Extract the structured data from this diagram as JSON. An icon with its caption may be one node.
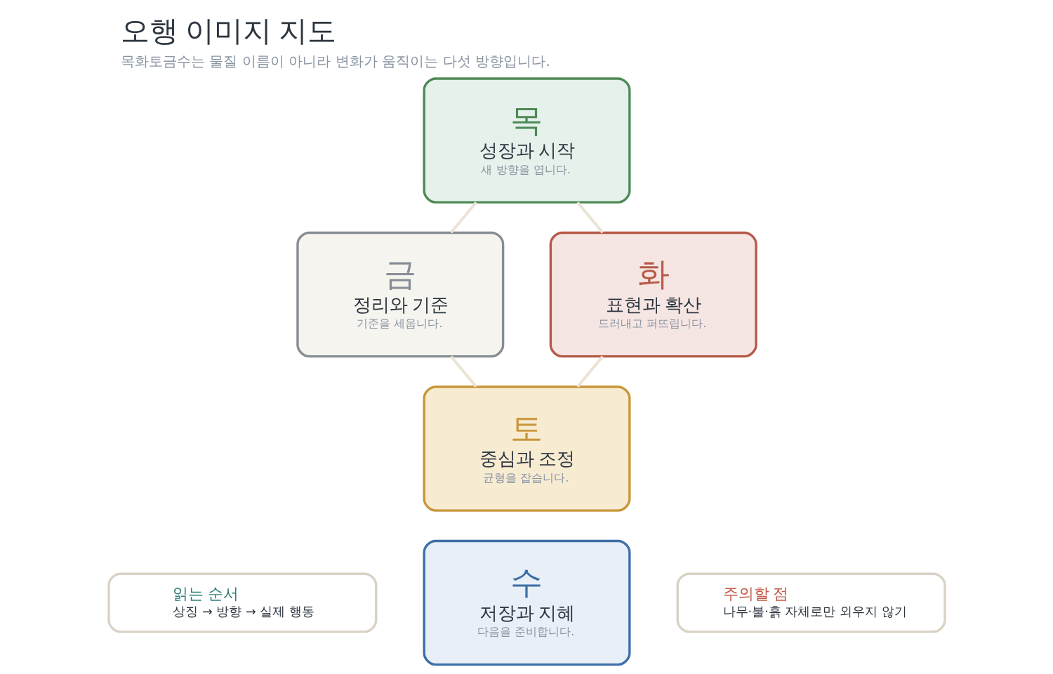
{
  "diagram": {
    "title": "오행 이미지 지도",
    "caption": "목화토금수는 물질 이름이 아니라 변화가 움직이는 다섯 방향입니다.",
    "nodes": [
      {
        "text": [
          "목",
          "성장과 시작",
          "새 방향을 엽니다."
        ]
      },
      {
        "text": [
          "금",
          "정리와 기준",
          "기준을 세웁니다."
        ]
      },
      {
        "text": [
          "화",
          "표현과 확산",
          "드러내고 퍼뜨립니다."
        ]
      },
      {
        "text": [
          "토",
          "중심과 조정",
          "균형을 잡습니다."
        ]
      },
      {
        "text": [
          "수",
          "저장과 지혜",
          "다음을 준비합니다."
        ]
      },
      {
        "text": [
          "읽는 순서",
          "상징 → 방향 → 실제 행동"
        ]
      },
      {
        "text": [
          "주의할 점",
          "나무·불·흙 자체로만 외우지 않기"
        ]
      }
    ],
    "edges": [
      {
        "from": 0,
        "to": 1,
        "arrow": "none"
      },
      {
        "from": 0,
        "to": 2,
        "arrow": "none"
      },
      {
        "from": 1,
        "to": 3,
        "arrow": "none"
      },
      {
        "from": 2,
        "to": 3,
        "arrow": "none"
      }
    ]
  }
}
